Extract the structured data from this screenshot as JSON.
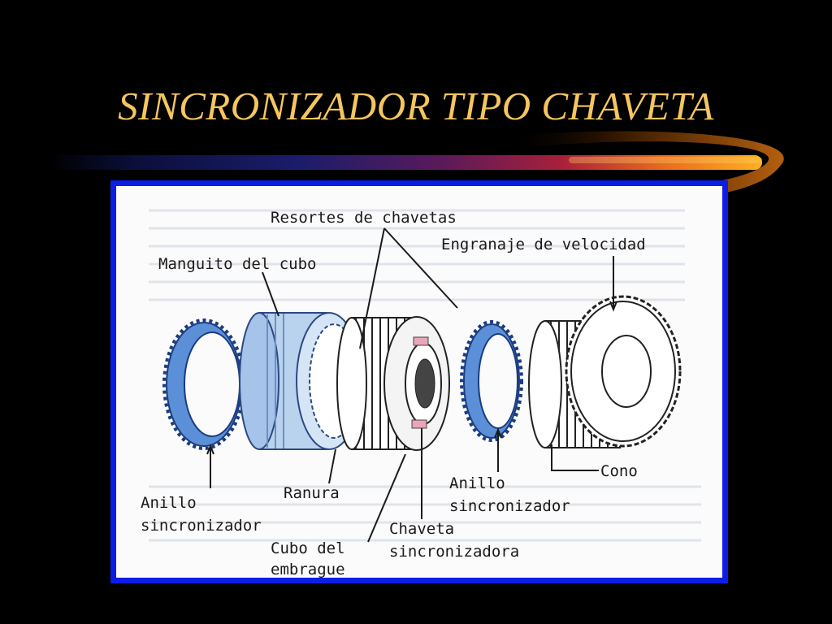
{
  "slide": {
    "title": "SINCRONIZADOR TIPO CHAVETA",
    "colors": {
      "background": "#000000",
      "title": "#f6c65e",
      "frame_border": "#0a1ee6",
      "diagram_background": "#fbfbfb",
      "part_blue": "#5b8fd8",
      "part_light_blue": "#b9d2ee"
    }
  },
  "diagram": {
    "labels": {
      "resortes": "Resortes de chavetas",
      "engranaje": "Engranaje de velocidad",
      "manguito": "Manguito del cubo",
      "anillo_left_1": "Anillo",
      "anillo_left_2": "sincronizador",
      "ranura": "Ranura",
      "cubo_1": "Cubo del",
      "cubo_2": "embrague",
      "chaveta_1": "Chaveta",
      "chaveta_2": "sincronizadora",
      "anillo_right_1": "Anillo",
      "anillo_right_2": "sincronizador",
      "cono": "Cono"
    }
  }
}
